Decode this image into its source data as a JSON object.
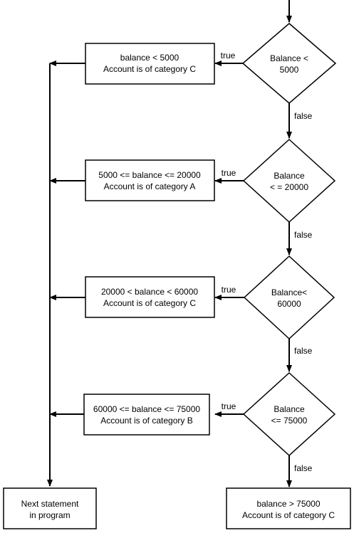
{
  "decisions": [
    {
      "line1": "Balance <",
      "line2": "5000",
      "true_label": "true",
      "false_label": "false"
    },
    {
      "line1": "Balance",
      "line2": "< = 20000",
      "true_label": "true",
      "false_label": "false"
    },
    {
      "line1": "Balance<",
      "line2": "60000",
      "true_label": "true",
      "false_label": "false"
    },
    {
      "line1": "Balance",
      "line2": "<= 75000",
      "true_label": "true",
      "false_label": "false"
    }
  ],
  "actions": [
    {
      "line1": "balance < 5000",
      "line2": "Account is of category C"
    },
    {
      "line1": "5000 <= balance <= 20000",
      "line2": "Account is of category A"
    },
    {
      "line1": "20000 < balance < 60000",
      "line2": "Account is of category C"
    },
    {
      "line1": "60000 <= balance <= 75000",
      "line2": "Account is of category B"
    }
  ],
  "final_action": {
    "line1": "balance > 75000",
    "line2": "Account is of category C"
  },
  "next_statement": {
    "line1": "Next statement",
    "line2": "in program"
  }
}
